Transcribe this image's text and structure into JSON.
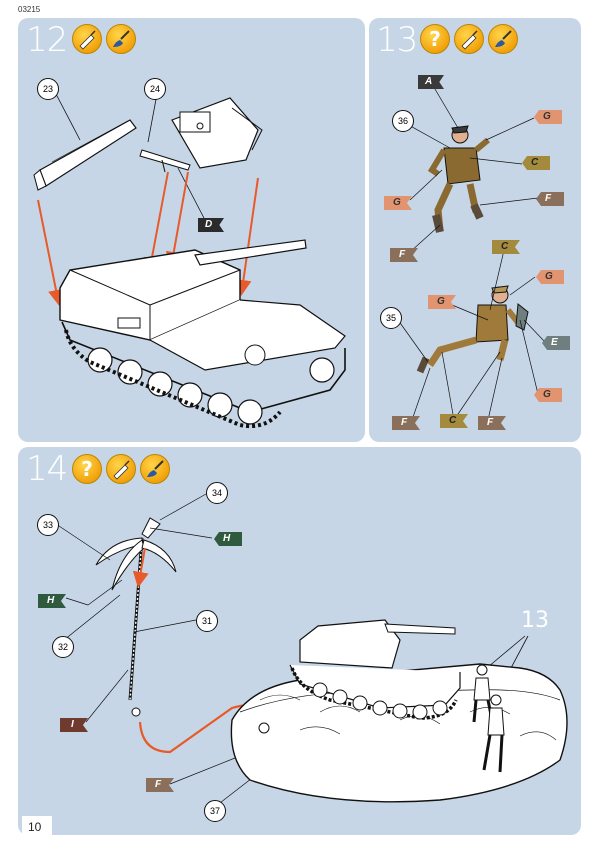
{
  "header": {
    "product_code": "03215"
  },
  "page": {
    "number": "10"
  },
  "steps": [
    {
      "number": "12",
      "tools": [
        "glue-icon",
        "paint-brush-icon"
      ]
    },
    {
      "number": "13",
      "tools": [
        "question-icon",
        "glue-icon",
        "paint-brush-icon"
      ]
    },
    {
      "number": "14",
      "tools": [
        "question-icon",
        "glue-icon",
        "paint-brush-icon"
      ]
    }
  ],
  "parts": {
    "p23": "23",
    "p24": "24",
    "p36": "36",
    "p35": "35",
    "p34": "34",
    "p33": "33",
    "p32": "32",
    "p31": "31",
    "p37": "37"
  },
  "reference_label": "13",
  "colors": {
    "A": {
      "label": "A",
      "hex": "#3a3a3a"
    },
    "C": {
      "label": "C",
      "hex": "#a48a3c"
    },
    "D": {
      "label": "D",
      "hex": "#2b2b2b"
    },
    "E": {
      "label": "E",
      "hex": "#6f7f7f"
    },
    "F": {
      "label": "F",
      "hex": "#8a6f5a"
    },
    "G": {
      "label": "G",
      "hex": "#e2936f"
    },
    "H": {
      "label": "H",
      "hex": "#2f5a3e"
    },
    "I": {
      "label": "I",
      "hex": "#6e3b2e"
    }
  },
  "accent": {
    "panel_bg": "#c6d6e6",
    "arrow": "#e85a2a",
    "tool_gold": "#f2a20a"
  }
}
